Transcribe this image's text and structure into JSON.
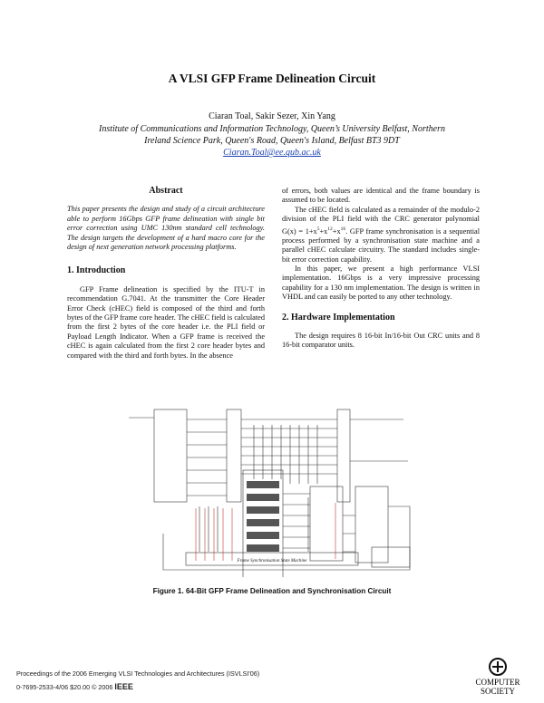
{
  "paper": {
    "title": "A VLSI GFP Frame Delineation Circuit",
    "authors": "Ciaran Toal, Sakir Sezer, Xin Yang",
    "affiliation_1": "Institute of Communications and Information Technology, Queen’s University Belfast, Northern",
    "affiliation_2": "Ireland Science Park, Queen's Road, Queen's Island, Belfast BT3 9DT",
    "email": "Ciaran.Toal@ee.qub.ac.uk"
  },
  "abstract": {
    "heading": "Abstract",
    "text": "This paper presents the design and study of a circuit architecture able to perform 16Gbps GFP frame delineation with single bit error correction using UMC 130nm standard cell technology. The design targets the development of a hard macro core for the design of next generation network processing platforms."
  },
  "intro": {
    "heading": "1. Introduction",
    "p1": "GFP Frame delineation is specified by the ITU-T in recommendation G.7041. At the transmitter the Core Header Error Check (cHEC) field is composed of the third and forth bytes of the GFP frame core header. The cHEC field is calculated from the first 2 bytes of the core header i.e. the PLI field or Payload Length Indicator. When a GFP frame is received the cHEC is again calculated from the first 2 core header bytes and compared with the third and forth bytes. In the absence"
  },
  "right": {
    "cont": "of errors, both values are identical and the frame boundary is assumed to be located.",
    "p2_a": "The cHEC field is calculated as a remainder of the modulo-2 division of the PLI field with the CRC generator polynomial G(x) = 1+x",
    "p2_sup1": "5",
    "p2_b": "+x",
    "p2_sup2": "12",
    "p2_c": "+x",
    "p2_sup3": "16",
    "p2_d": ". GFP frame synchronisation is a sequential process performed by a synchronisation state machine and a parallel cHEC calculate circuitry. The standard includes single-bit error correction capability.",
    "p3": "In this paper, we present a high performance VLSI implementation. 16Gbps is a very impressive processing capability for a 130 nm implementation. The design is written in VHDL and can easily be ported to any other technology.",
    "heading2": "2. Hardware Implementation",
    "p4": "The design requires 8 16-bit In/16-bit Out CRC units and 8 16-bit comparator units."
  },
  "figure": {
    "caption": "Figure 1. 64-Bit GFP Frame Delineation and Synchronisation Circuit",
    "fsm_label": "Frame Synchronisation State Machine"
  },
  "footer": {
    "line1": "Proceedings of the 2006 Emerging VLSI Technologies and Architectures (ISVLSI'06)",
    "line2": "0-7695-2533-4/06 $20.00 © 2006",
    "ieee": "IEEE",
    "logo_text1": "COMPUTER",
    "logo_text2": "SOCIETY"
  }
}
